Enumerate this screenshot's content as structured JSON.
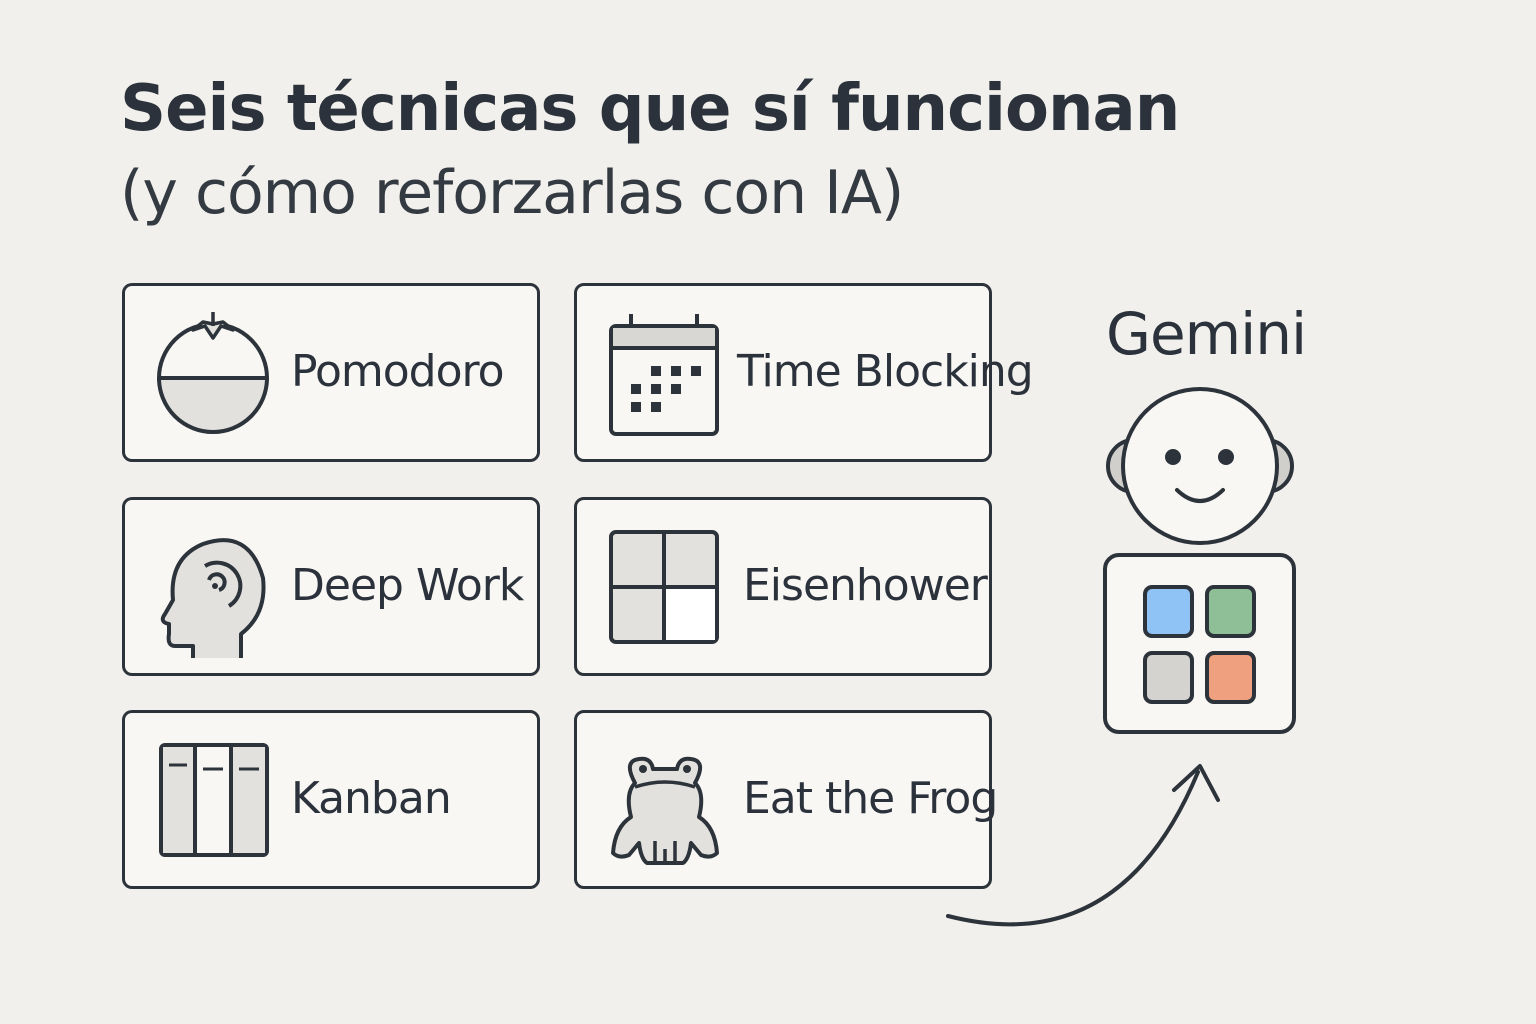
{
  "header": {
    "title": "Seis técnicas que sí funcionan",
    "subtitle": "(y cómo reforzarlas con IA)"
  },
  "techniques": [
    {
      "label": "Pomodoro",
      "icon": "tomato-icon"
    },
    {
      "label": "Time Blocking",
      "icon": "calendar-icon"
    },
    {
      "label": "Deep Work",
      "icon": "head-focus-icon"
    },
    {
      "label": "Eisenhower",
      "icon": "matrix-grid-icon"
    },
    {
      "label": "Kanban",
      "icon": "kanban-board-icon"
    },
    {
      "label": "Eat the Frog",
      "icon": "frog-icon"
    }
  ],
  "assistant": {
    "label": "Gemini",
    "tile_colors": [
      "#8fc3f5",
      "#8fbf97",
      "#d4d3cf",
      "#efa07e"
    ]
  },
  "colors": {
    "stroke": "#2d333b",
    "background": "#f2f0ec",
    "card": "#f8f7f4",
    "fill_gray": "#e2e1dd"
  }
}
